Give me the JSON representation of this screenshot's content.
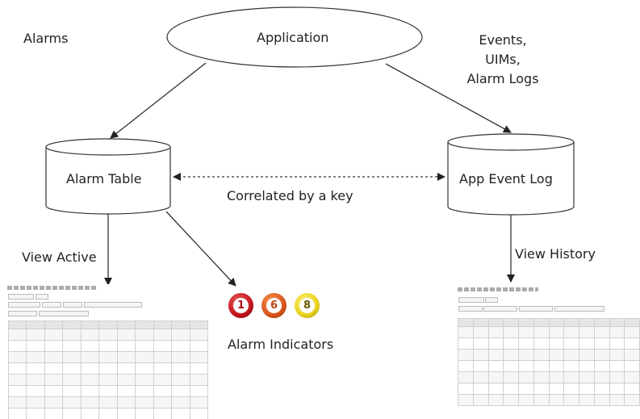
{
  "labels": {
    "alarms": "Alarms",
    "application": "Application",
    "events_line1": "Events,",
    "events_line2": "UIMs,",
    "events_line3": "Alarm Logs",
    "alarm_table": "Alarm Table",
    "app_event_log": "App Event Log",
    "correlated": "Correlated by a key",
    "view_active": "View Active",
    "view_history": "View History",
    "alarm_indicators": "Alarm Indicators"
  },
  "indicators": [
    {
      "value": "1",
      "color": "#c0141a",
      "text_color": "#b01015"
    },
    {
      "value": "6",
      "color": "#d9531a",
      "text_color": "#c0440f"
    },
    {
      "value": "8",
      "color": "#e8d21a",
      "text_color": "#6a5a00"
    }
  ],
  "colors": {
    "stroke": "#333333"
  }
}
